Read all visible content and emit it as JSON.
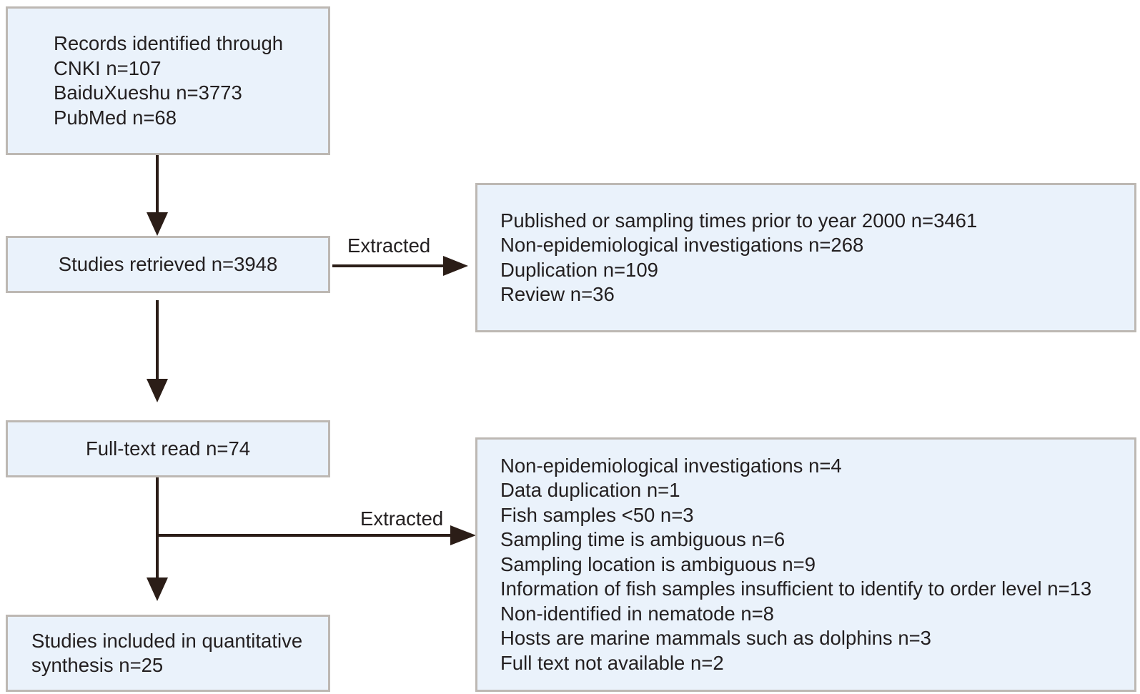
{
  "boxes": {
    "records": {
      "lines": [
        "Records identified through",
        "CNKI n=107",
        "BaiduXueshu n=3773",
        "PubMed n=68"
      ]
    },
    "retrieved": {
      "text": "Studies retrieved n=3948"
    },
    "fulltext": {
      "text": "Full-text read n=74"
    },
    "included": {
      "lines": [
        "Studies included in quantitative",
        "synthesis n=25"
      ]
    },
    "excluded_first": {
      "lines": [
        "Published or sampling times prior to year 2000 n=3461",
        "Non-epidemiological investigations n=268",
        "Duplication n=109",
        "Review n=36"
      ]
    },
    "excluded_second": {
      "lines": [
        "Non-epidemiological investigations n=4",
        "Data duplication n=1",
        "Fish samples <50 n=3",
        "Sampling time is ambiguous n=6",
        "Sampling location is ambiguous n=9",
        "Information of fish samples insufficient to identify to order level n=13",
        "Non-identified in nematode n=8",
        "Hosts are marine mammals such as dolphins n=3",
        "Full text not available n=2"
      ]
    }
  },
  "labels": {
    "extracted_first": "Extracted",
    "extracted_second": "Extracted"
  },
  "colors": {
    "box_fill": "#eaf2fb",
    "box_border": "#bdb8b3",
    "arrow": "#2b1d17",
    "text": "#231f20"
  }
}
